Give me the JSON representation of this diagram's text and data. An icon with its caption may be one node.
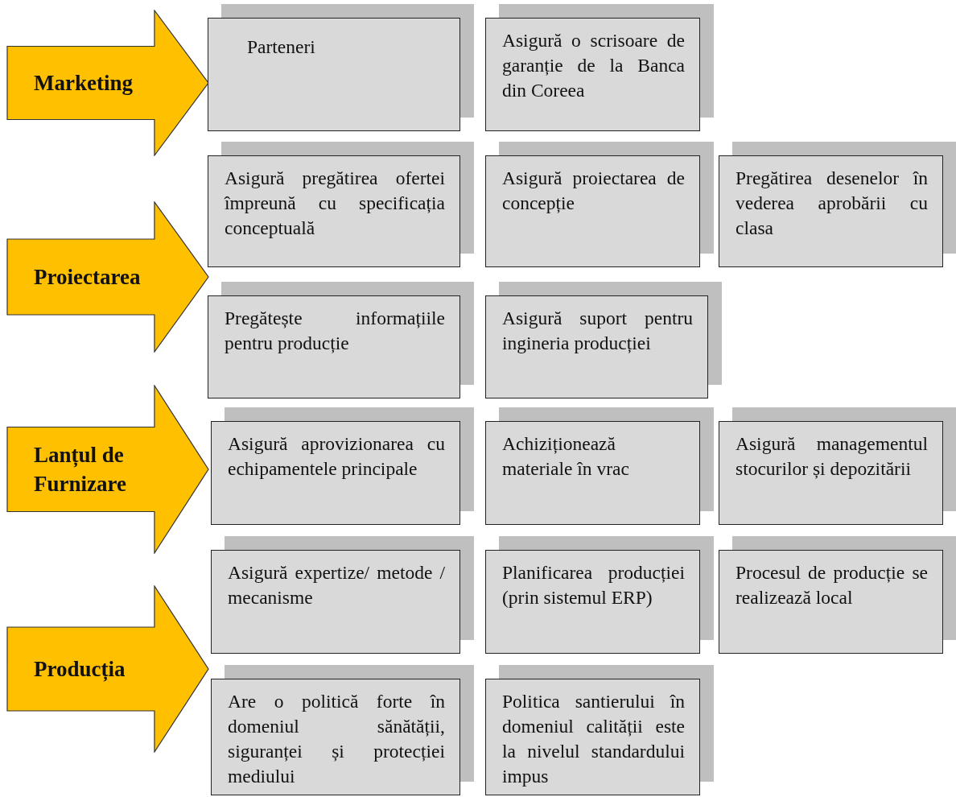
{
  "diagram": {
    "nodes": [
      {
        "text": [
          "Marketing"
        ]
      },
      {
        "text": [
          "Parteneri"
        ]
      },
      {
        "text": [
          "Asigură o scrisoare de garanție de la Banca din Coreea"
        ]
      },
      {
        "text": [
          "Proiectarea"
        ]
      },
      {
        "text": [
          "Asigură pregătirea ofertei împreună cu specificația conceptuală"
        ]
      },
      {
        "text": [
          "Asigură proiectarea de concepție"
        ]
      },
      {
        "text": [
          "Pregătirea desenelor în vederea aprobării cu clasa"
        ]
      },
      {
        "text": [
          "Pregătește informațiile pentru producție"
        ]
      },
      {
        "text": [
          "Asigură suport pentru ingineria producției"
        ]
      },
      {
        "text": [
          "Lanțul de Furnizare"
        ]
      },
      {
        "text": [
          "Asigură aprovizionarea cu echipamentele principale"
        ]
      },
      {
        "text": [
          "Achiziționează materiale în vrac"
        ]
      },
      {
        "text": [
          "Asigură managementul stocurilor și depozitării"
        ]
      },
      {
        "text": [
          "Producția"
        ]
      },
      {
        "text": [
          "Asigură expertize/ metode / mecanisme"
        ]
      },
      {
        "text": [
          "Planificarea producției (prin sistemul ERP)"
        ]
      },
      {
        "text": [
          "Procesul de producție se realizează local"
        ]
      },
      {
        "text": [
          "Are o politică forte în domeniul sănătății, siguranței și protecției mediului"
        ]
      },
      {
        "text": [
          "Politica santierului în domeniul calității este la nivelul standardului impus"
        ]
      }
    ],
    "edges": []
  }
}
